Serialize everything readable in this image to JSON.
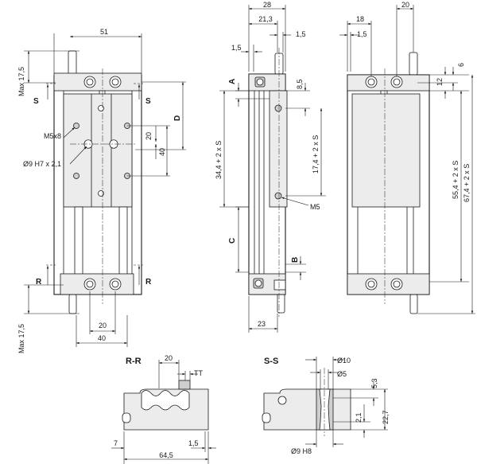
{
  "views": {
    "front": {
      "dim_top_width": "51",
      "dim_bottom_inner": "20",
      "dim_bottom_outer": "40",
      "dim_max_top": "Max 17,5",
      "dim_max_bottom": "Max 17,5",
      "dim_hole_pitch_20": "20",
      "dim_hole_pitch_40": "40",
      "letter_d": "D",
      "thread_label": "M5x8",
      "bore_label": "Ø9 H7 x 2,1",
      "section_s": "S",
      "section_r": "R"
    },
    "side": {
      "dim_28": "28",
      "dim_21_3": "21,3",
      "dim_1_5_right": "1,5",
      "dim_1_5_left": "1,5",
      "dim_8_5": "8,5",
      "dim_34_4": "34,4 + 2 x S",
      "dim_17_4": "17,4 + 2 x S",
      "dim_23": "23",
      "letter_a": "A",
      "letter_b": "B",
      "letter_c": "C",
      "thread_label": "M5"
    },
    "back": {
      "dim_18": "18",
      "dim_20": "20",
      "dim_1_5": "1,5",
      "dim_6": "6",
      "dim_12": "12",
      "dim_55_4": "55,4 + 2 x S",
      "dim_67_4": "67,4 + 2 x S"
    },
    "section_rr": {
      "title": "R-R",
      "dim_20": "20",
      "dim_tt": "TT",
      "dim_7": "7",
      "dim_1_5": "1,5",
      "dim_64_5": "64,5"
    },
    "section_ss": {
      "title": "S-S",
      "dim_dia10": "Ø10",
      "dim_dia5": "Ø5",
      "dim_5_3": "5,3",
      "dim_22_7": "22,7",
      "dim_2_1": "2,1",
      "dim_dia9": "Ø9 H8"
    }
  }
}
